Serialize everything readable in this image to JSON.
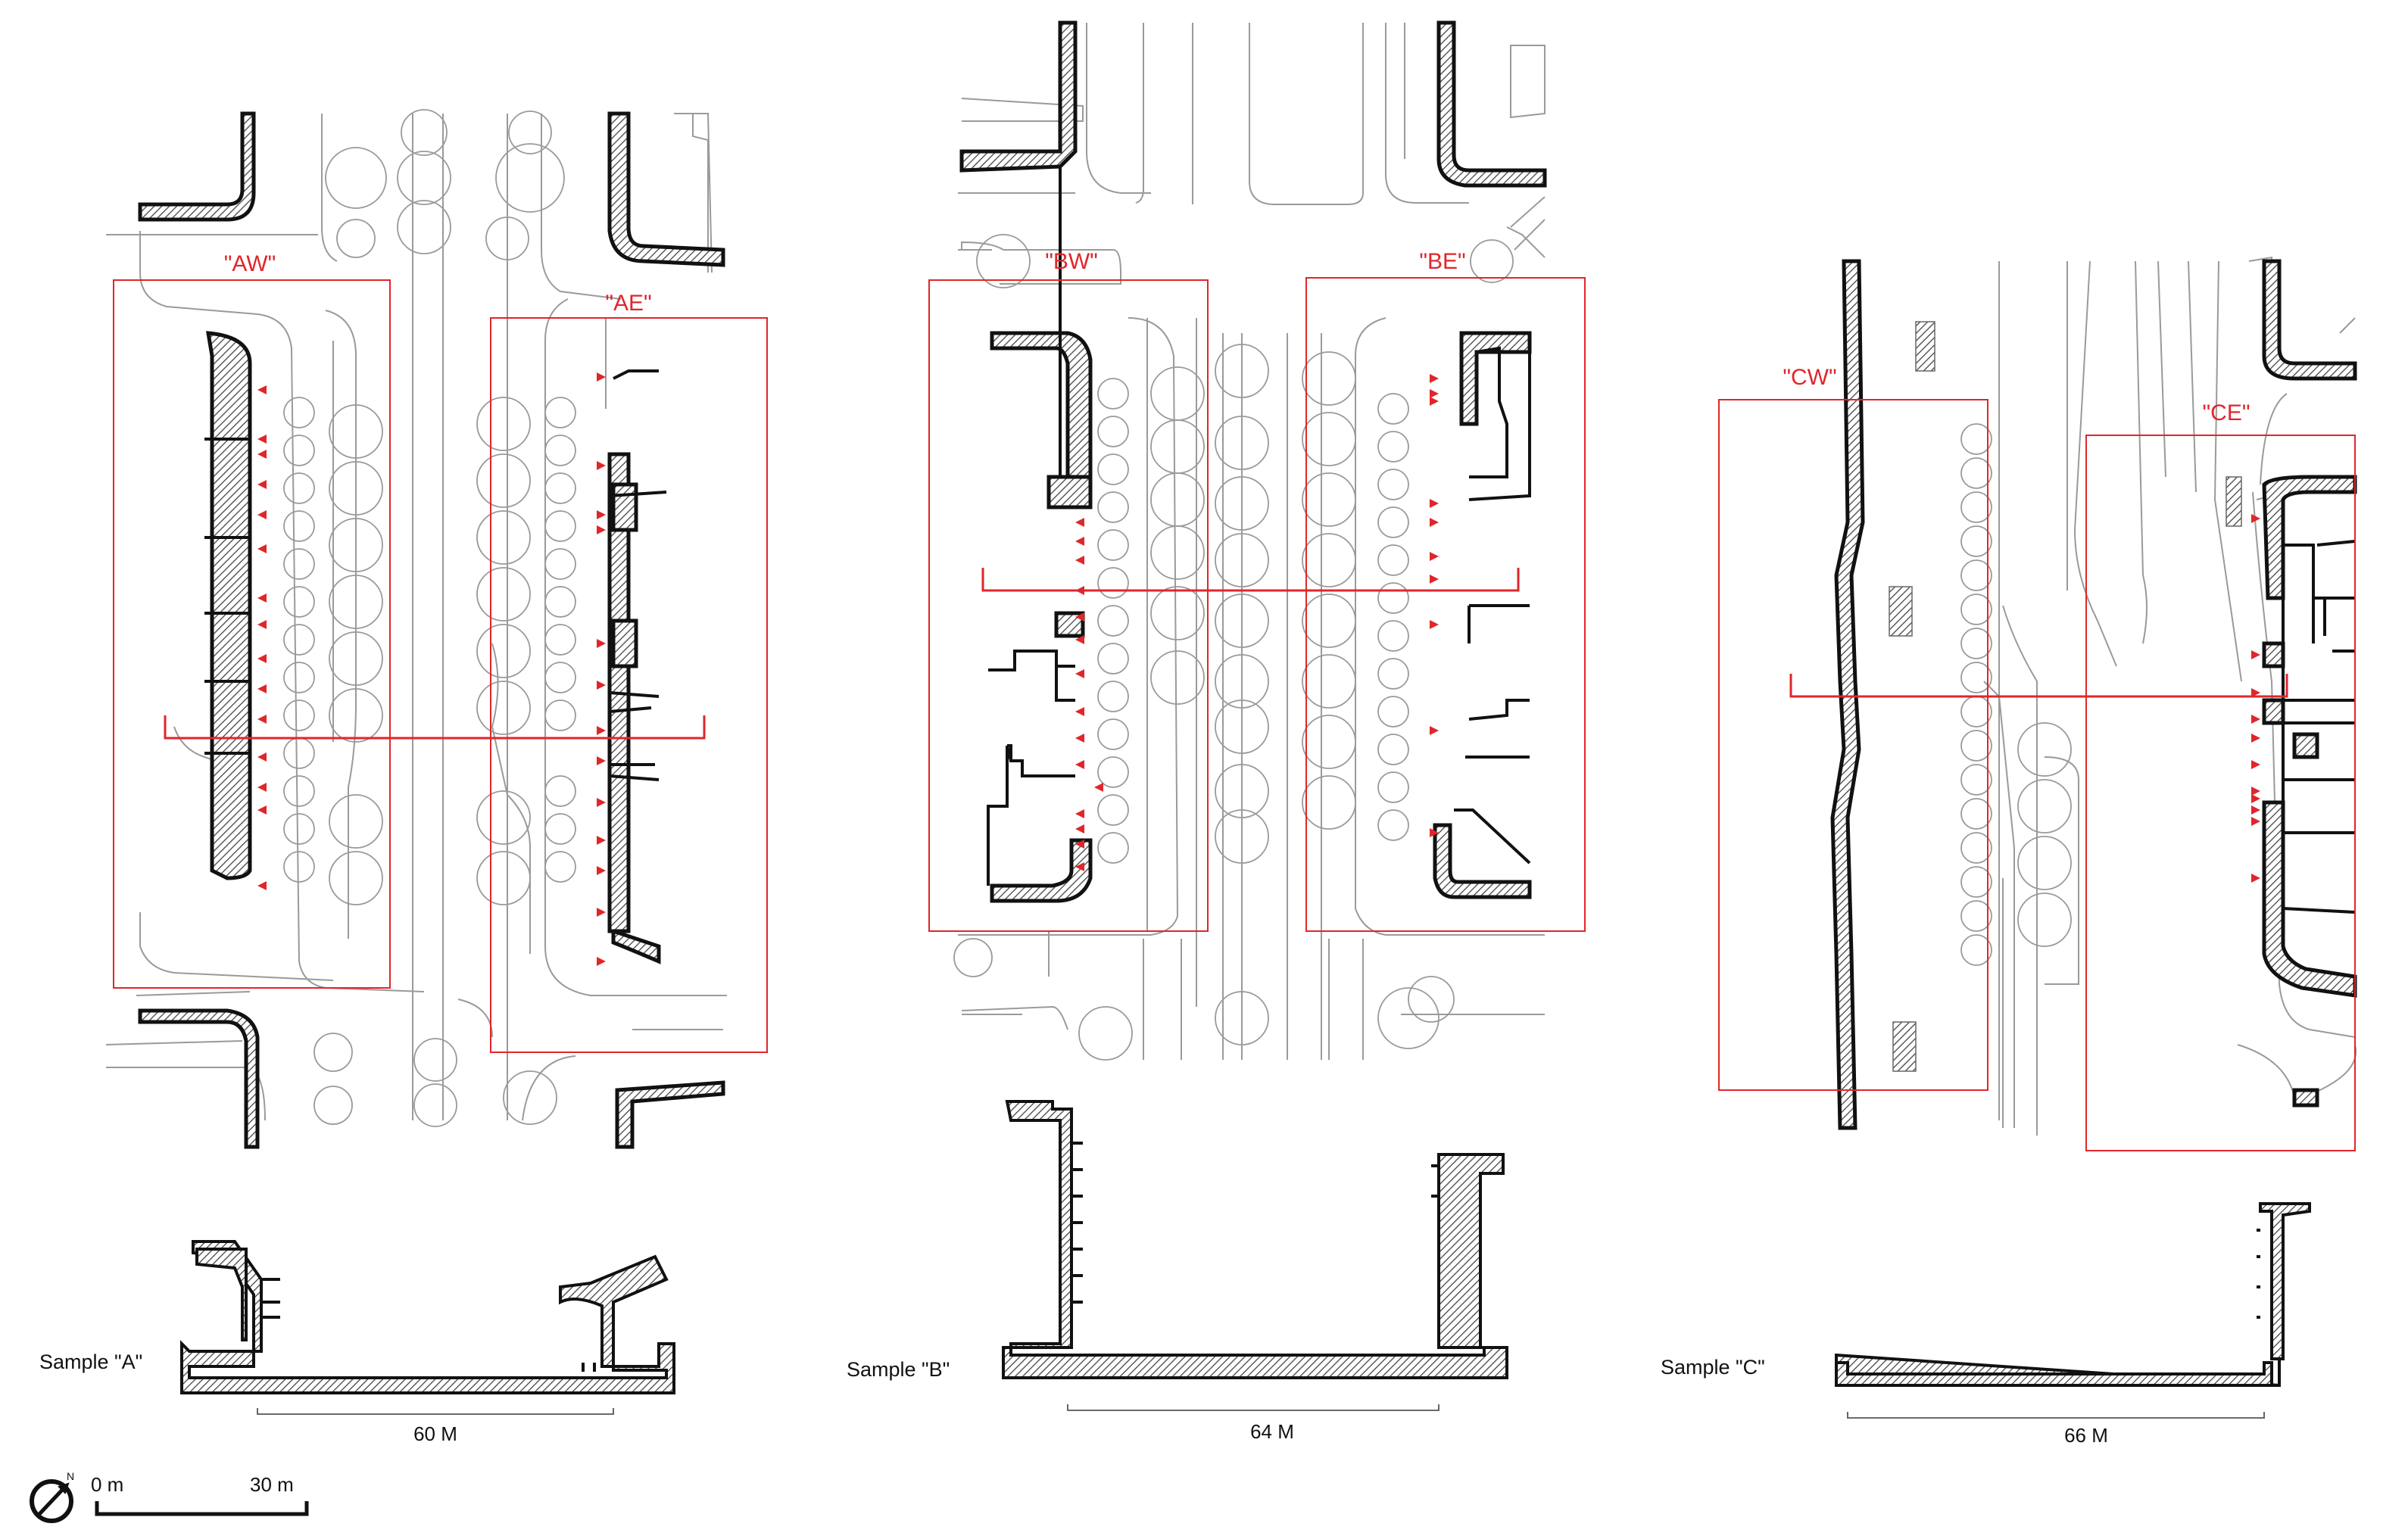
{
  "colors": {
    "accent": "#e0262b",
    "ink": "#111111",
    "plan_line": "#9a9a9a",
    "hatch": "#444444"
  },
  "samples": [
    {
      "caption": "Sample \"A\"",
      "west_zone": "\"AW\"",
      "east_zone": "\"AE\"",
      "section_width": "60 M"
    },
    {
      "caption": "Sample \"B\"",
      "west_zone": "\"BW\"",
      "east_zone": "\"BE\"",
      "section_width": "64 M"
    },
    {
      "caption": "Sample \"C\"",
      "west_zone": "\"CW\"",
      "east_zone": "\"CE\"",
      "section_width": "66 M"
    }
  ],
  "scale_bar": {
    "start": "0 m",
    "end": "30 m",
    "north_icon": "north-arrow-icon"
  }
}
